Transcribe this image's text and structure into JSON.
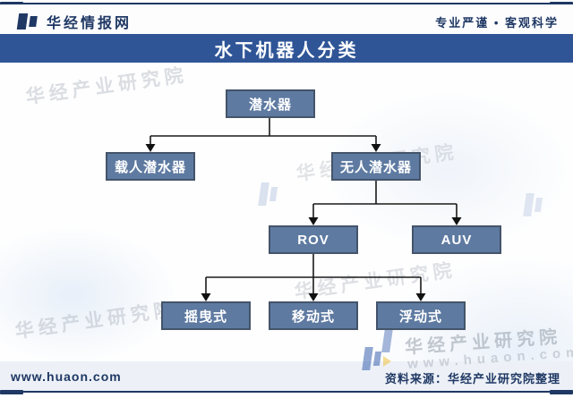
{
  "header": {
    "brand": "华经情报网",
    "tagline": "专业严谨 • 客观科学"
  },
  "title": {
    "text": "水下机器人分类"
  },
  "tree": {
    "root": "潜水器",
    "manned": "载人潜水器",
    "unmanned": "无人潜水器",
    "rov": "ROV",
    "auv": "AUV",
    "towed": "摇曳式",
    "mobile": "移动式",
    "floating": "浮动式"
  },
  "footer": {
    "website": "www.huaon.com",
    "source": "资料来源：华经产业研究院整理"
  },
  "watermark": {
    "text": "华经产业研究院",
    "url": "www.huaon.com"
  },
  "colors": {
    "banner": "#2f5597",
    "node_fill": "#5e7aa1",
    "node_border": "#44546a",
    "navy": "#1f3864",
    "connector": "#1a1a1a"
  }
}
